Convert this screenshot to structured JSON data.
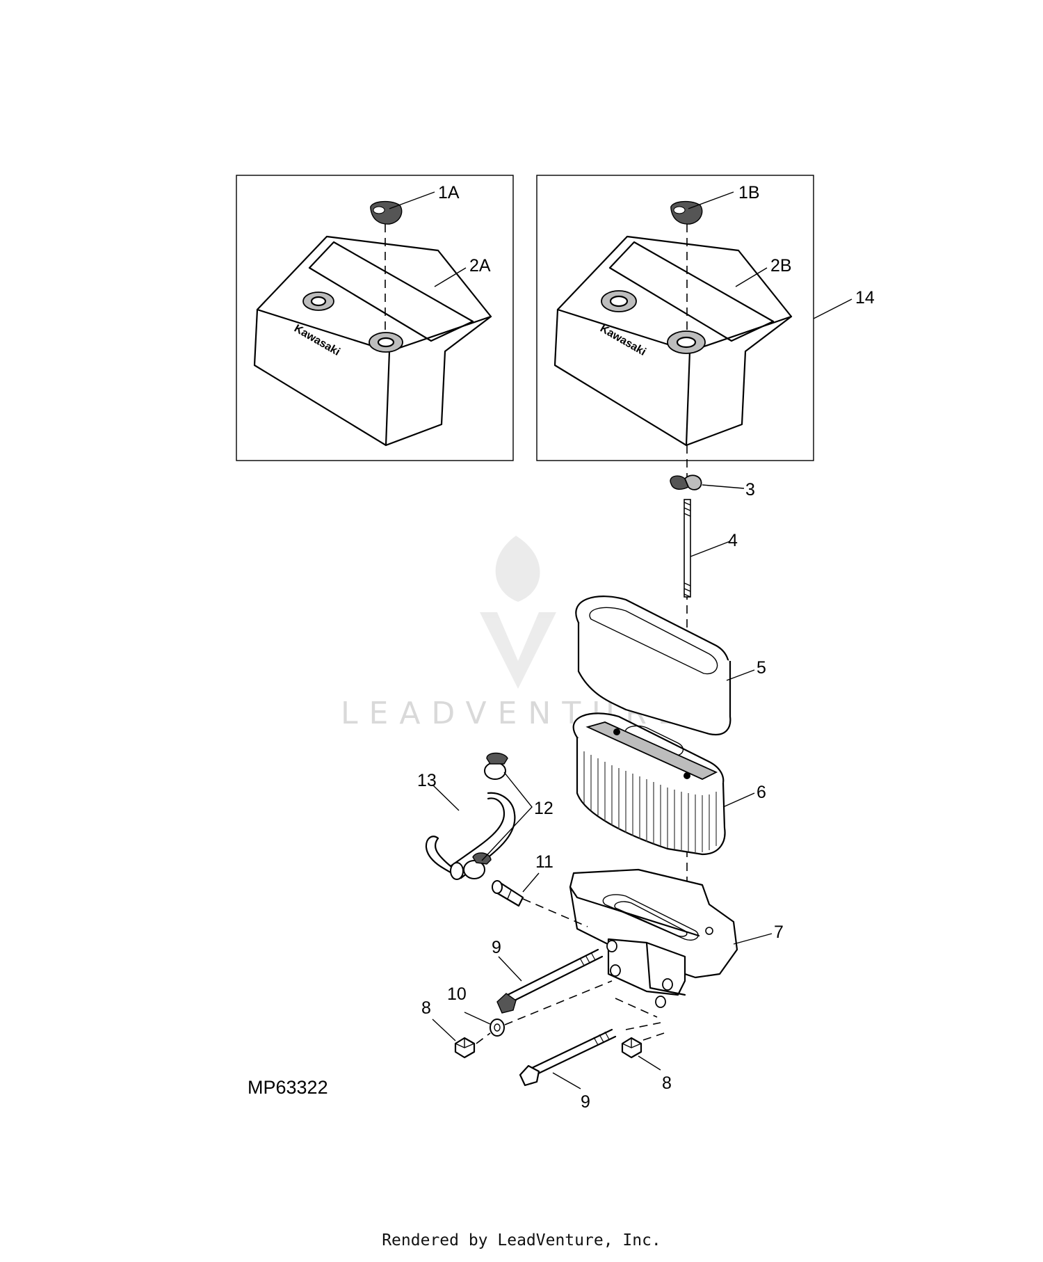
{
  "diagram": {
    "code": "MP63322",
    "watermark": "LEADVENTURE",
    "callouts": {
      "c1a": "1A",
      "c1b": "1B",
      "c2a": "2A",
      "c2b": "2B",
      "c14": "14",
      "c3": "3",
      "c4": "4",
      "c5": "5",
      "c6": "6",
      "c7": "7",
      "c8a": "8",
      "c8b": "8",
      "c9a": "9",
      "c9b": "9",
      "c10": "10",
      "c11": "11",
      "c12": "12",
      "c13": "13"
    },
    "cover_brand_left": "Kawasaki",
    "cover_brand_right": "Kawasaki"
  },
  "footer": {
    "text": "Rendered by LeadVenture, Inc."
  }
}
